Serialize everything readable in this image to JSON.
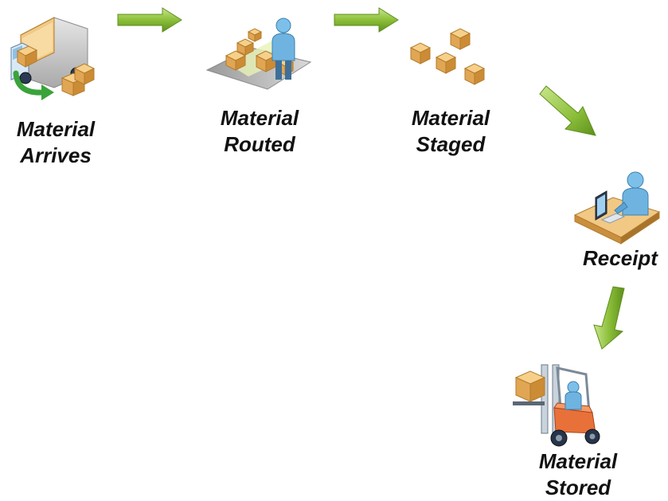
{
  "diagram": {
    "steps": [
      {
        "line1": "Material",
        "line2": "Arrives",
        "icon": "truck-unloading-icon"
      },
      {
        "line1": "Material",
        "line2": "Routed",
        "icon": "worker-routing-boxes-icon"
      },
      {
        "line1": "Material",
        "line2": "Staged",
        "icon": "staged-boxes-icon"
      },
      {
        "line1": "Receipt",
        "icon": "clerk-at-computer-icon"
      },
      {
        "line1": "Material",
        "line2": "Stored",
        "icon": "forklift-icon"
      }
    ],
    "colors": {
      "arrow": "#8cbf3a",
      "arrow_dark": "#5e8f1c",
      "box": "#f2c16c",
      "figure": "#6fb4e0"
    }
  }
}
